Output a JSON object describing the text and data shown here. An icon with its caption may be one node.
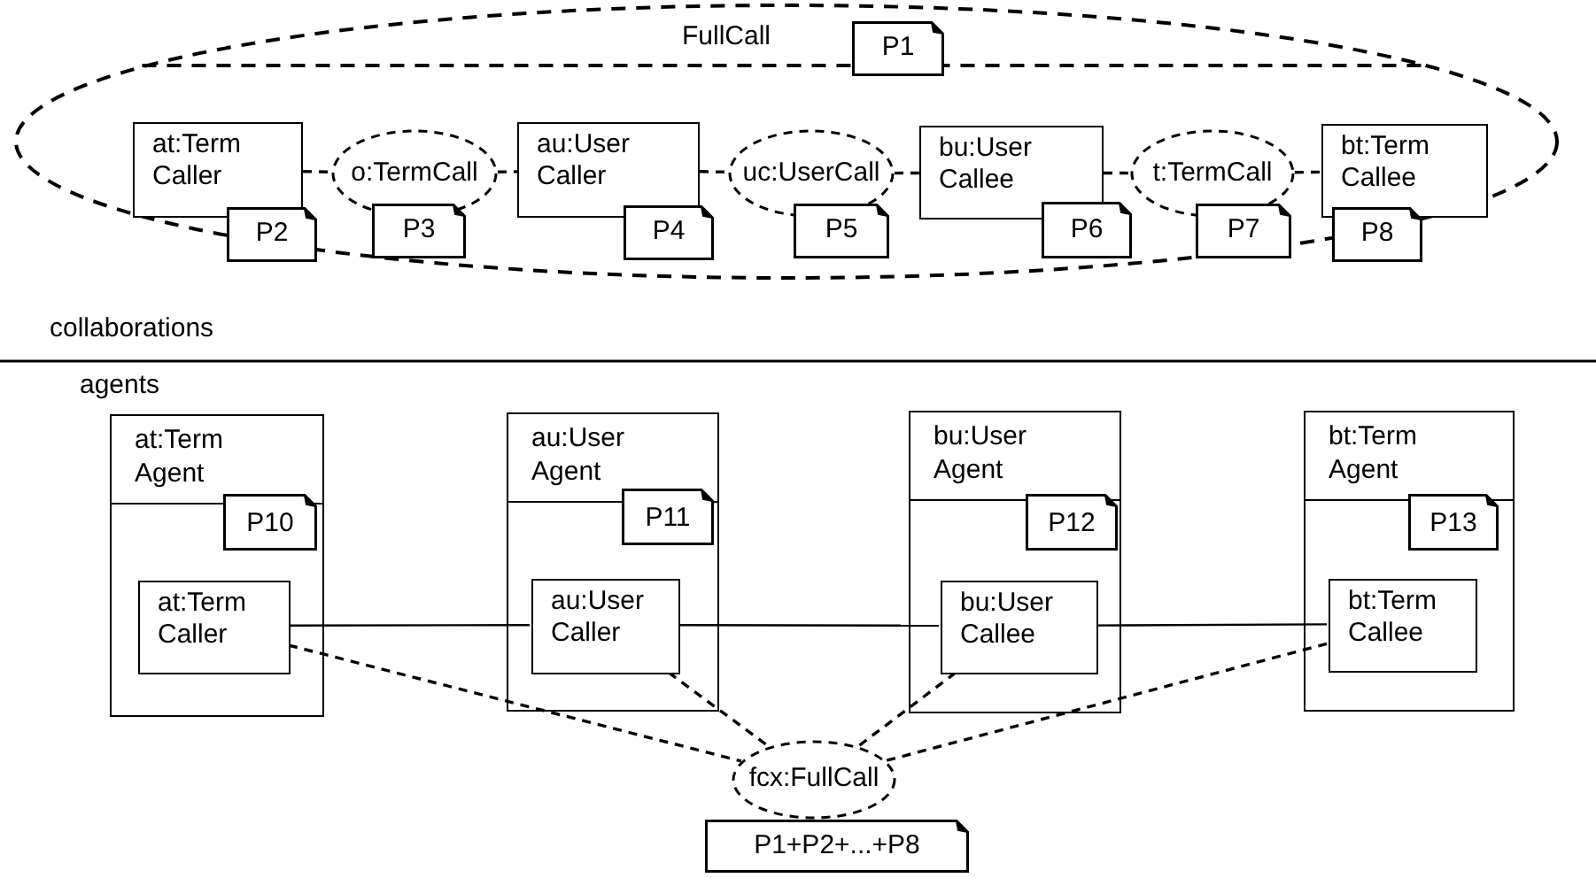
{
  "diagram": {
    "nodes": [
      {
        "text": [
          "FullCall"
        ]
      },
      {
        "text": [
          "P1"
        ],
        "in": 0
      },
      {
        "text": [
          "at:Term Caller"
        ],
        "in": 0
      },
      {
        "text": [
          "P2"
        ],
        "in": 0
      },
      {
        "text": [
          "o:TermCall"
        ],
        "in": 0
      },
      {
        "text": [
          "P3"
        ],
        "in": 0
      },
      {
        "text": [
          "au:User Caller"
        ],
        "in": 0
      },
      {
        "text": [
          "P4"
        ],
        "in": 0
      },
      {
        "text": [
          "uc:UserCall"
        ],
        "in": 0
      },
      {
        "text": [
          "P5"
        ],
        "in": 0
      },
      {
        "text": [
          "bu:User Callee"
        ],
        "in": 0
      },
      {
        "text": [
          "P6"
        ],
        "in": 0
      },
      {
        "text": [
          "t:TermCall"
        ],
        "in": 0
      },
      {
        "text": [
          "P7"
        ],
        "in": 0
      },
      {
        "text": [
          "bt:Term Callee"
        ],
        "in": 0
      },
      {
        "text": [
          "P8"
        ],
        "in": 0
      },
      {
        "text": [
          "at:Term Agent"
        ]
      },
      {
        "text": [
          "P10"
        ],
        "in": 16
      },
      {
        "text": [
          "at:Term Caller"
        ],
        "in": 16
      },
      {
        "text": [
          "au:User Agent"
        ]
      },
      {
        "text": [
          "P11"
        ],
        "in": 19
      },
      {
        "text": [
          "au:User Caller"
        ],
        "in": 19
      },
      {
        "text": [
          "bu:User Agent"
        ]
      },
      {
        "text": [
          "P12"
        ],
        "in": 22
      },
      {
        "text": [
          "bu:User Callee"
        ],
        "in": 22
      },
      {
        "text": [
          "bt:Term Agent"
        ]
      },
      {
        "text": [
          "P13"
        ],
        "in": 25
      },
      {
        "text": [
          "bt:Term Callee"
        ],
        "in": 25
      },
      {
        "text": [
          "fcx:FullCall"
        ]
      },
      {
        "text": [
          "P1+P2+...+P8"
        ]
      }
    ],
    "edges": [
      {
        "from": 2,
        "to": 4,
        "arrow": "none",
        "style": "dashed"
      },
      {
        "from": 4,
        "to": 6,
        "arrow": "none",
        "style": "dashed"
      },
      {
        "from": 6,
        "to": 8,
        "arrow": "none",
        "style": "dashed"
      },
      {
        "from": 8,
        "to": 10,
        "arrow": "none",
        "style": "dashed"
      },
      {
        "from": 10,
        "to": 12,
        "arrow": "none",
        "style": "dashed"
      },
      {
        "from": 12,
        "to": 14,
        "arrow": "none",
        "style": "dashed"
      },
      {
        "from": 18,
        "to": 21,
        "arrow": "none"
      },
      {
        "from": 21,
        "to": 24,
        "arrow": "none"
      },
      {
        "from": 24,
        "to": 27,
        "arrow": "none"
      },
      {
        "from": 18,
        "to": 28,
        "arrow": "none",
        "style": "dashed"
      },
      {
        "from": 21,
        "to": 28,
        "arrow": "none",
        "style": "dashed"
      },
      {
        "from": 24,
        "to": 28,
        "arrow": "none",
        "style": "dashed"
      },
      {
        "from": 27,
        "to": 28,
        "arrow": "none",
        "style": "dashed"
      }
    ],
    "labels": [
      "collaborations",
      "agents"
    ]
  }
}
